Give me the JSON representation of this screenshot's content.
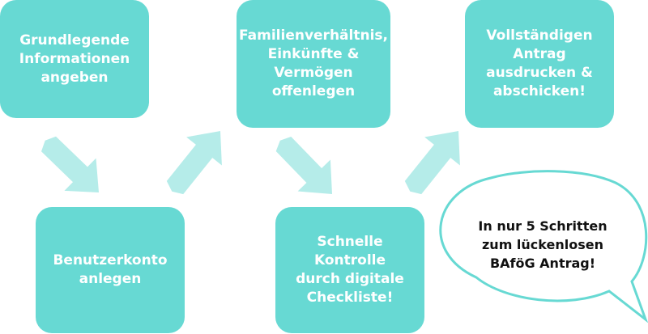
{
  "colors": {
    "box": "#67d9d3",
    "arrow": "#b5ece9",
    "bubble_border": "#67d9d3",
    "bubble_text": "#111111"
  },
  "steps": [
    {
      "label": "Grundlegende\nInformationen\nangeben"
    },
    {
      "label": "Benutzerkonto\nanlegen"
    },
    {
      "label": "Familienverhältnis,\nEinkünfte &\nVermögen\noffenlegen"
    },
    {
      "label": "Schnelle Kontrolle\ndurch digitale\nCheckliste!"
    },
    {
      "label": "Vollständigen\nAntrag\nausdrucken &\nabschicken!"
    }
  ],
  "callout": {
    "text": "In nur 5 Schritten\nzum lückenlosen\nBAföG Antrag!"
  }
}
